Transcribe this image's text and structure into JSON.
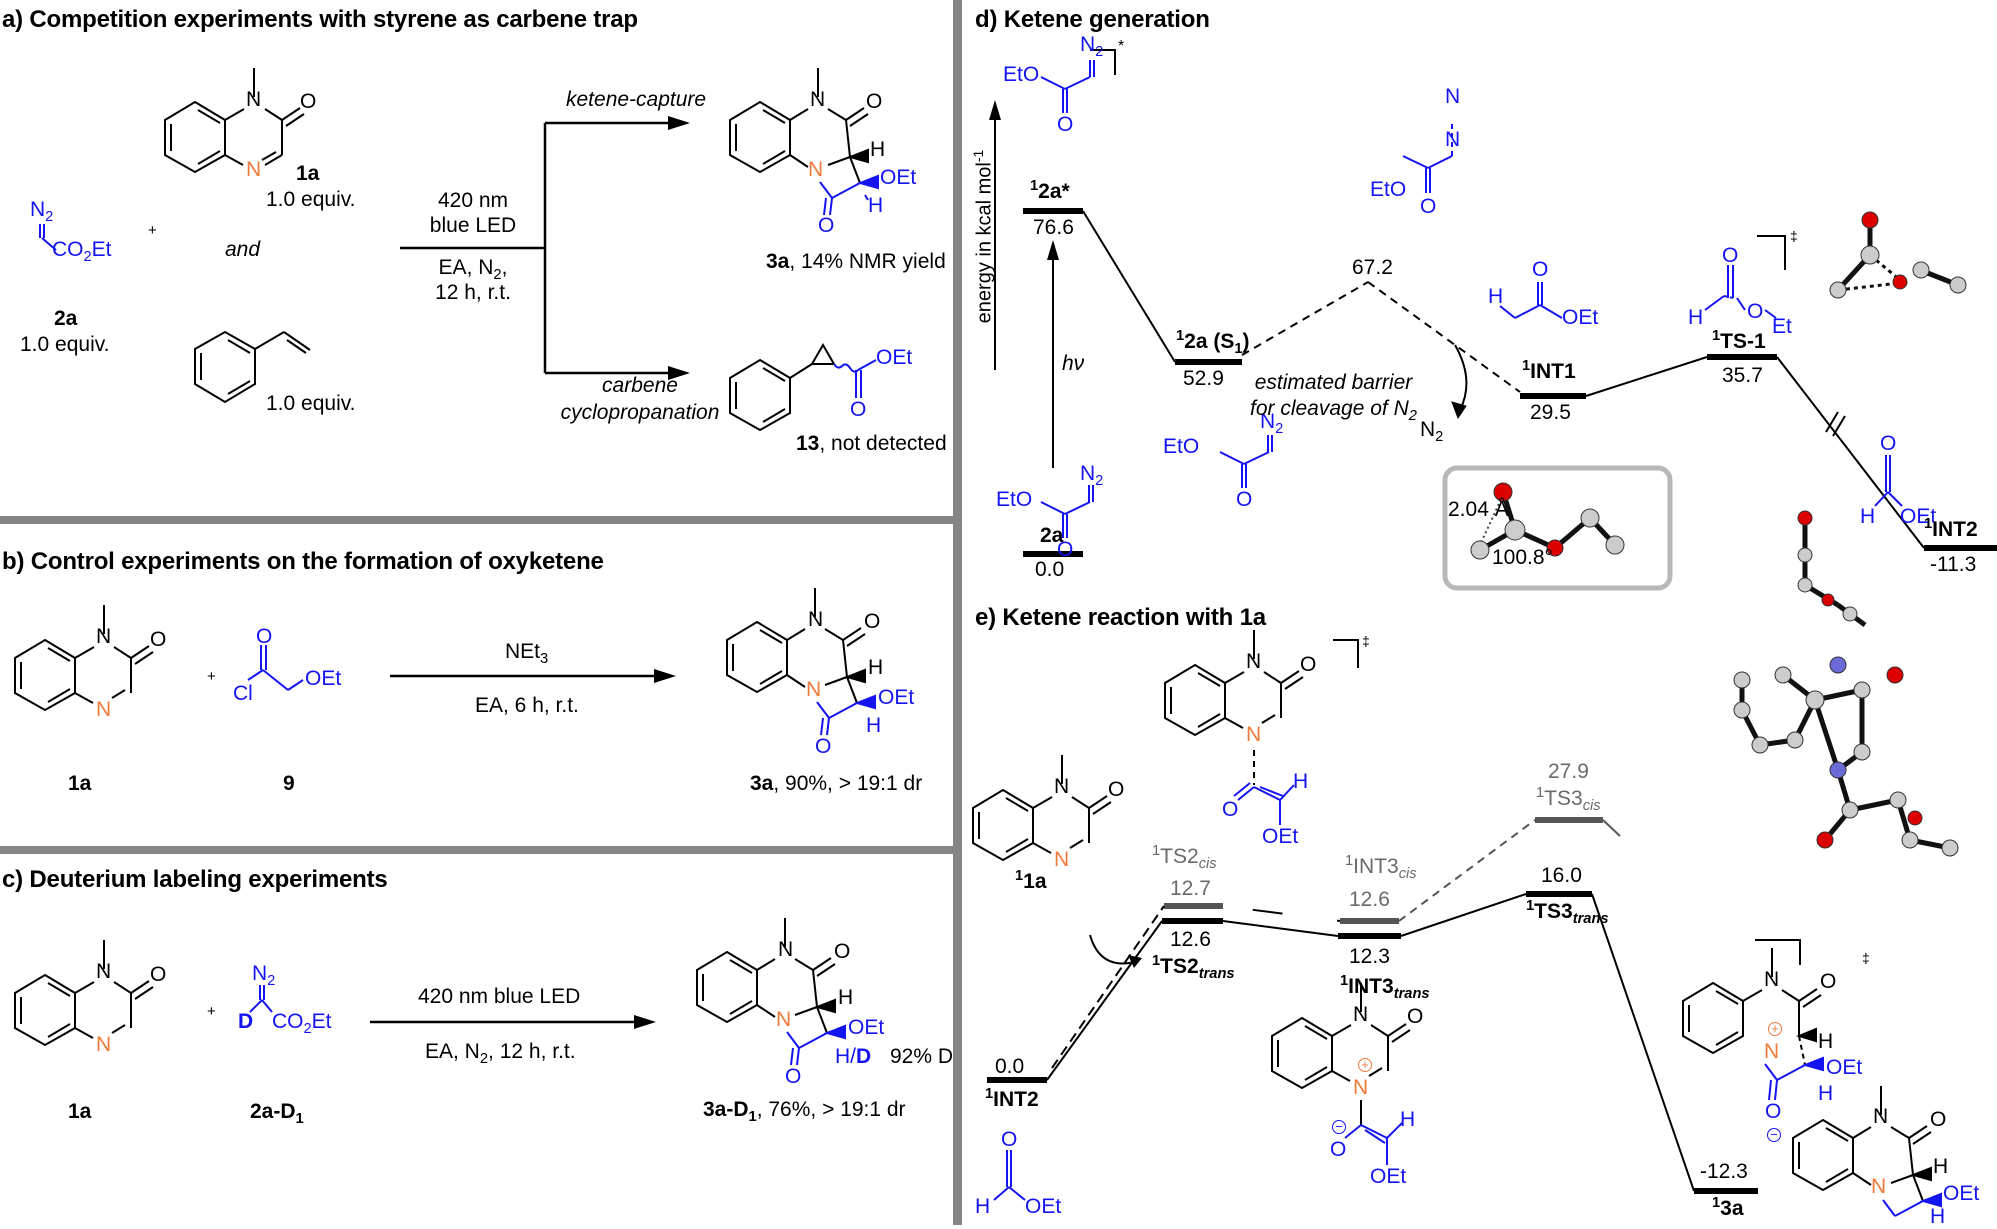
{
  "colors": {
    "reagent_blue": "#1414f0",
    "nitrogen_orange": "#f07a3a",
    "divider_gray": "#858585",
    "cis_path_gray": "#6a6a6a"
  },
  "panel_a": {
    "title": "a) Competition experiments with styrene as carbene trap",
    "reactant_1a": {
      "label": "1a",
      "equiv": "1.0 equiv."
    },
    "reactant_2a": {
      "label": "2a",
      "equiv": "1.0 equiv.",
      "formula_top": "N",
      "formula_sub": "2",
      "formula_bottom": "CO",
      "formula_bottom_sub": "2",
      "formula_bottom_end": "Et"
    },
    "styrene": {
      "equiv": "1.0 equiv."
    },
    "plus": "+",
    "and": "and",
    "conditions_top": [
      "420 nm",
      "blue LED"
    ],
    "conditions_bottom": [
      "EA, N",
      "2",
      ",",
      "12 h, r.t."
    ],
    "branch_top_label": "ketene-capture",
    "branch_bottom_label": [
      "carbene",
      "cyclopropanation"
    ],
    "product_3a": {
      "label": "3a",
      "result": ", 14% NMR yield"
    },
    "product_13": {
      "label": "13",
      "result": ", not detected"
    }
  },
  "panel_b": {
    "title": "b) Control experiments on the formation of oxyketene",
    "reactant_1a": "1a",
    "reactant_9": "9",
    "plus": "+",
    "reagent": [
      "NEt",
      "3"
    ],
    "conditions": "EA, 6 h, r.t.",
    "product": {
      "label": "3a",
      "result": ", 90%, > 19:1 dr"
    }
  },
  "panel_c": {
    "title": "c) Deuterium labeling experiments",
    "reactant_1a": "1a",
    "reactant_2a_d1": [
      "2a-D",
      "1"
    ],
    "plus": "+",
    "conditions_top": "420 nm blue LED",
    "conditions_bottom": [
      "EA, N",
      "2",
      ", 12 h, r.t."
    ],
    "deuterium_incorporation": "92% D",
    "product": {
      "label": [
        "3a-D",
        "1"
      ],
      "result": ", 76%, > 19:1 dr"
    }
  },
  "panel_d": {
    "title": "d) Ketene generation",
    "y_axis_label": "energy in kcal mol",
    "y_axis_unit_sup": "-1",
    "photon_label": "hν",
    "barrier_note": [
      "estimated barrier",
      "for cleavage of N",
      "2"
    ],
    "released": [
      "N",
      "2"
    ],
    "inset": {
      "bond_length": "2.04 Å",
      "angle": "100.8°"
    },
    "break_mark": "//",
    "levels": [
      {
        "id": "2a",
        "label": "2a",
        "energy": "0.0"
      },
      {
        "id": "2a_star",
        "label_sup": "1",
        "label": "2a*",
        "energy": "76.6"
      },
      {
        "id": "2a_S1",
        "label_sup": "1",
        "label": "2a (S",
        "label_sub": "1",
        "label_end": ")",
        "energy": "52.9"
      },
      {
        "id": "crossing",
        "energy": "67.2"
      },
      {
        "id": "INT1",
        "label_sup": "1",
        "label": "INT1",
        "energy": "29.5"
      },
      {
        "id": "TS1",
        "label_sup": "1",
        "label": "TS-1",
        "energy": "35.7"
      },
      {
        "id": "INT2",
        "label_sup": "1",
        "label": "INT2",
        "energy": "-11.3"
      }
    ]
  },
  "panel_e": {
    "title": "e) Ketene reaction with 1a",
    "reactant_label": {
      "sup": "1",
      "label": "1a"
    },
    "levels": [
      {
        "id": "INT2",
        "sup": "1",
        "label": "INT2",
        "energy": "0.0"
      },
      {
        "id": "TS2_trans",
        "sup": "1",
        "label": "TS2",
        "sub": "trans",
        "energy": "12.6"
      },
      {
        "id": "TS2_cis",
        "sup": "1",
        "label": "TS2",
        "sub": "cis",
        "energy": "12.7"
      },
      {
        "id": "INT3_trans",
        "sup": "1",
        "label": "INT3",
        "sub": "trans",
        "energy": "12.3"
      },
      {
        "id": "INT3_cis",
        "sup": "1",
        "label": "INT3",
        "sub": "cis",
        "energy": "12.6"
      },
      {
        "id": "TS3_trans",
        "sup": "1",
        "label": "TS3",
        "sub": "trans",
        "energy": "16.0"
      },
      {
        "id": "TS3_cis",
        "sup": "1",
        "label": "TS3",
        "sub": "cis",
        "energy": "27.9"
      },
      {
        "id": "3a",
        "sup": "1",
        "label": "3a",
        "energy": "-12.3"
      }
    ],
    "dagger": "‡",
    "star": "*",
    "plus_charge": "+",
    "minus_charge": "−"
  },
  "atoms": {
    "N": "N",
    "O": "O",
    "H": "H",
    "D": "D",
    "OEt": "OEt",
    "EtO": "EtO",
    "Et": "Et",
    "Cl": "Cl",
    "N2": "N",
    "two": "2",
    "HD": "H/",
    "Dbold": "D"
  }
}
